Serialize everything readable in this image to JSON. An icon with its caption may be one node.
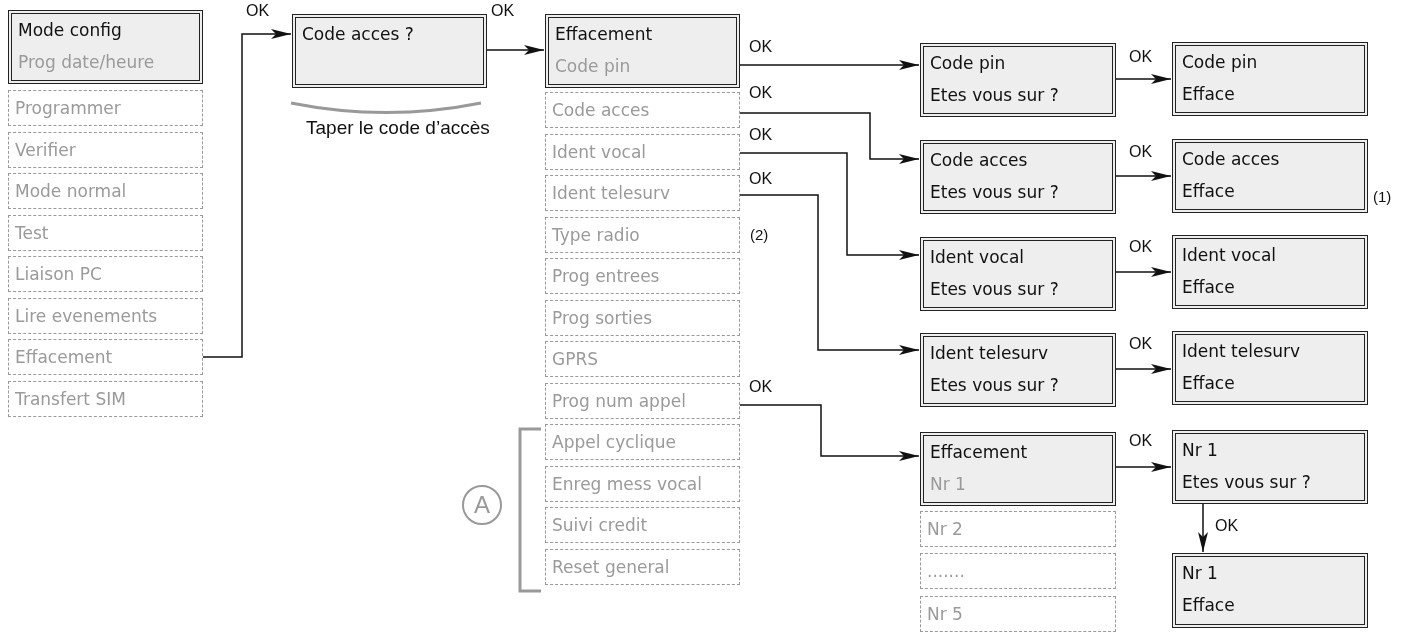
{
  "diagram": {
    "nodes": [
      {
        "text": [
          "Mode config",
          "Prog date/heure"
        ]
      },
      {
        "text": [
          "Programmer"
        ]
      },
      {
        "text": [
          "Verifier"
        ]
      },
      {
        "text": [
          "Mode normal"
        ]
      },
      {
        "text": [
          "Test"
        ]
      },
      {
        "text": [
          "Liaison PC"
        ]
      },
      {
        "text": [
          "Lire evenements"
        ]
      },
      {
        "text": [
          "Effacement"
        ]
      },
      {
        "text": [
          "Transfert SIM"
        ]
      },
      {
        "text": [
          "Code acces ?"
        ],
        "beside": [
          "Taper le code d’accès"
        ]
      },
      {
        "text": [
          "Effacement",
          "Code pin"
        ]
      },
      {
        "text": [
          "Code acces"
        ]
      },
      {
        "text": [
          "Ident vocal"
        ]
      },
      {
        "text": [
          "Ident telesurv"
        ]
      },
      {
        "text": [
          "Type radio"
        ],
        "beside": [
          "(2)"
        ]
      },
      {
        "text": [
          "Prog entrees"
        ]
      },
      {
        "text": [
          "Prog sorties"
        ]
      },
      {
        "text": [
          "GPRS"
        ]
      },
      {
        "text": [
          "Prog num appel"
        ]
      },
      {
        "text": [
          "Appel cyclique"
        ]
      },
      {
        "text": [
          "Enreg mess vocal"
        ]
      },
      {
        "text": [
          "Suivi credit"
        ]
      },
      {
        "text": [
          "Reset general"
        ]
      },
      {
        "text": [
          "Code pin",
          "Etes vous sur ?"
        ]
      },
      {
        "text": [
          "Code acces",
          "Etes vous sur ?"
        ]
      },
      {
        "text": [
          "Ident vocal",
          "Etes vous sur ?"
        ]
      },
      {
        "text": [
          "Ident telesurv",
          "Etes vous sur ?"
        ]
      },
      {
        "text": [
          "Effacement",
          "Nr 1"
        ]
      },
      {
        "text": [
          "Nr 2"
        ]
      },
      {
        "text": [
          "......."
        ]
      },
      {
        "text": [
          "Nr 5"
        ]
      },
      {
        "text": [
          "Code pin",
          "Efface"
        ]
      },
      {
        "text": [
          "Code acces",
          "Efface"
        ],
        "beside": [
          "(1)"
        ]
      },
      {
        "text": [
          "Ident vocal",
          "Efface"
        ]
      },
      {
        "text": [
          "Ident telesurv",
          "Efface"
        ]
      },
      {
        "text": [
          "Nr 1",
          "Etes vous sur ?"
        ]
      },
      {
        "text": [
          "Nr 1",
          "Efface"
        ]
      }
    ],
    "edges": [
      {
        "from": 7,
        "to": 9,
        "arrow": "to",
        "label": "OK"
      },
      {
        "from": 9,
        "to": 10,
        "arrow": "to",
        "label": "OK"
      },
      {
        "from": 10,
        "to": 23,
        "arrow": "to",
        "label": "OK"
      },
      {
        "from": 11,
        "to": 24,
        "arrow": "to",
        "label": "OK"
      },
      {
        "from": 12,
        "to": 25,
        "arrow": "to",
        "label": "OK"
      },
      {
        "from": 13,
        "to": 26,
        "arrow": "to",
        "label": "OK"
      },
      {
        "from": 18,
        "to": 27,
        "arrow": "to",
        "label": "OK"
      },
      {
        "from": 23,
        "to": 31,
        "arrow": "to",
        "label": "OK"
      },
      {
        "from": 24,
        "to": 32,
        "arrow": "to",
        "label": "OK"
      },
      {
        "from": 25,
        "to": 33,
        "arrow": "to",
        "label": "OK"
      },
      {
        "from": 26,
        "to": 34,
        "arrow": "to",
        "label": "OK"
      },
      {
        "from": 27,
        "to": 35,
        "arrow": "to",
        "label": "OK"
      },
      {
        "from": 35,
        "to": 36,
        "arrow": "to",
        "label": "OK"
      }
    ],
    "labels": [
      "A"
    ]
  }
}
